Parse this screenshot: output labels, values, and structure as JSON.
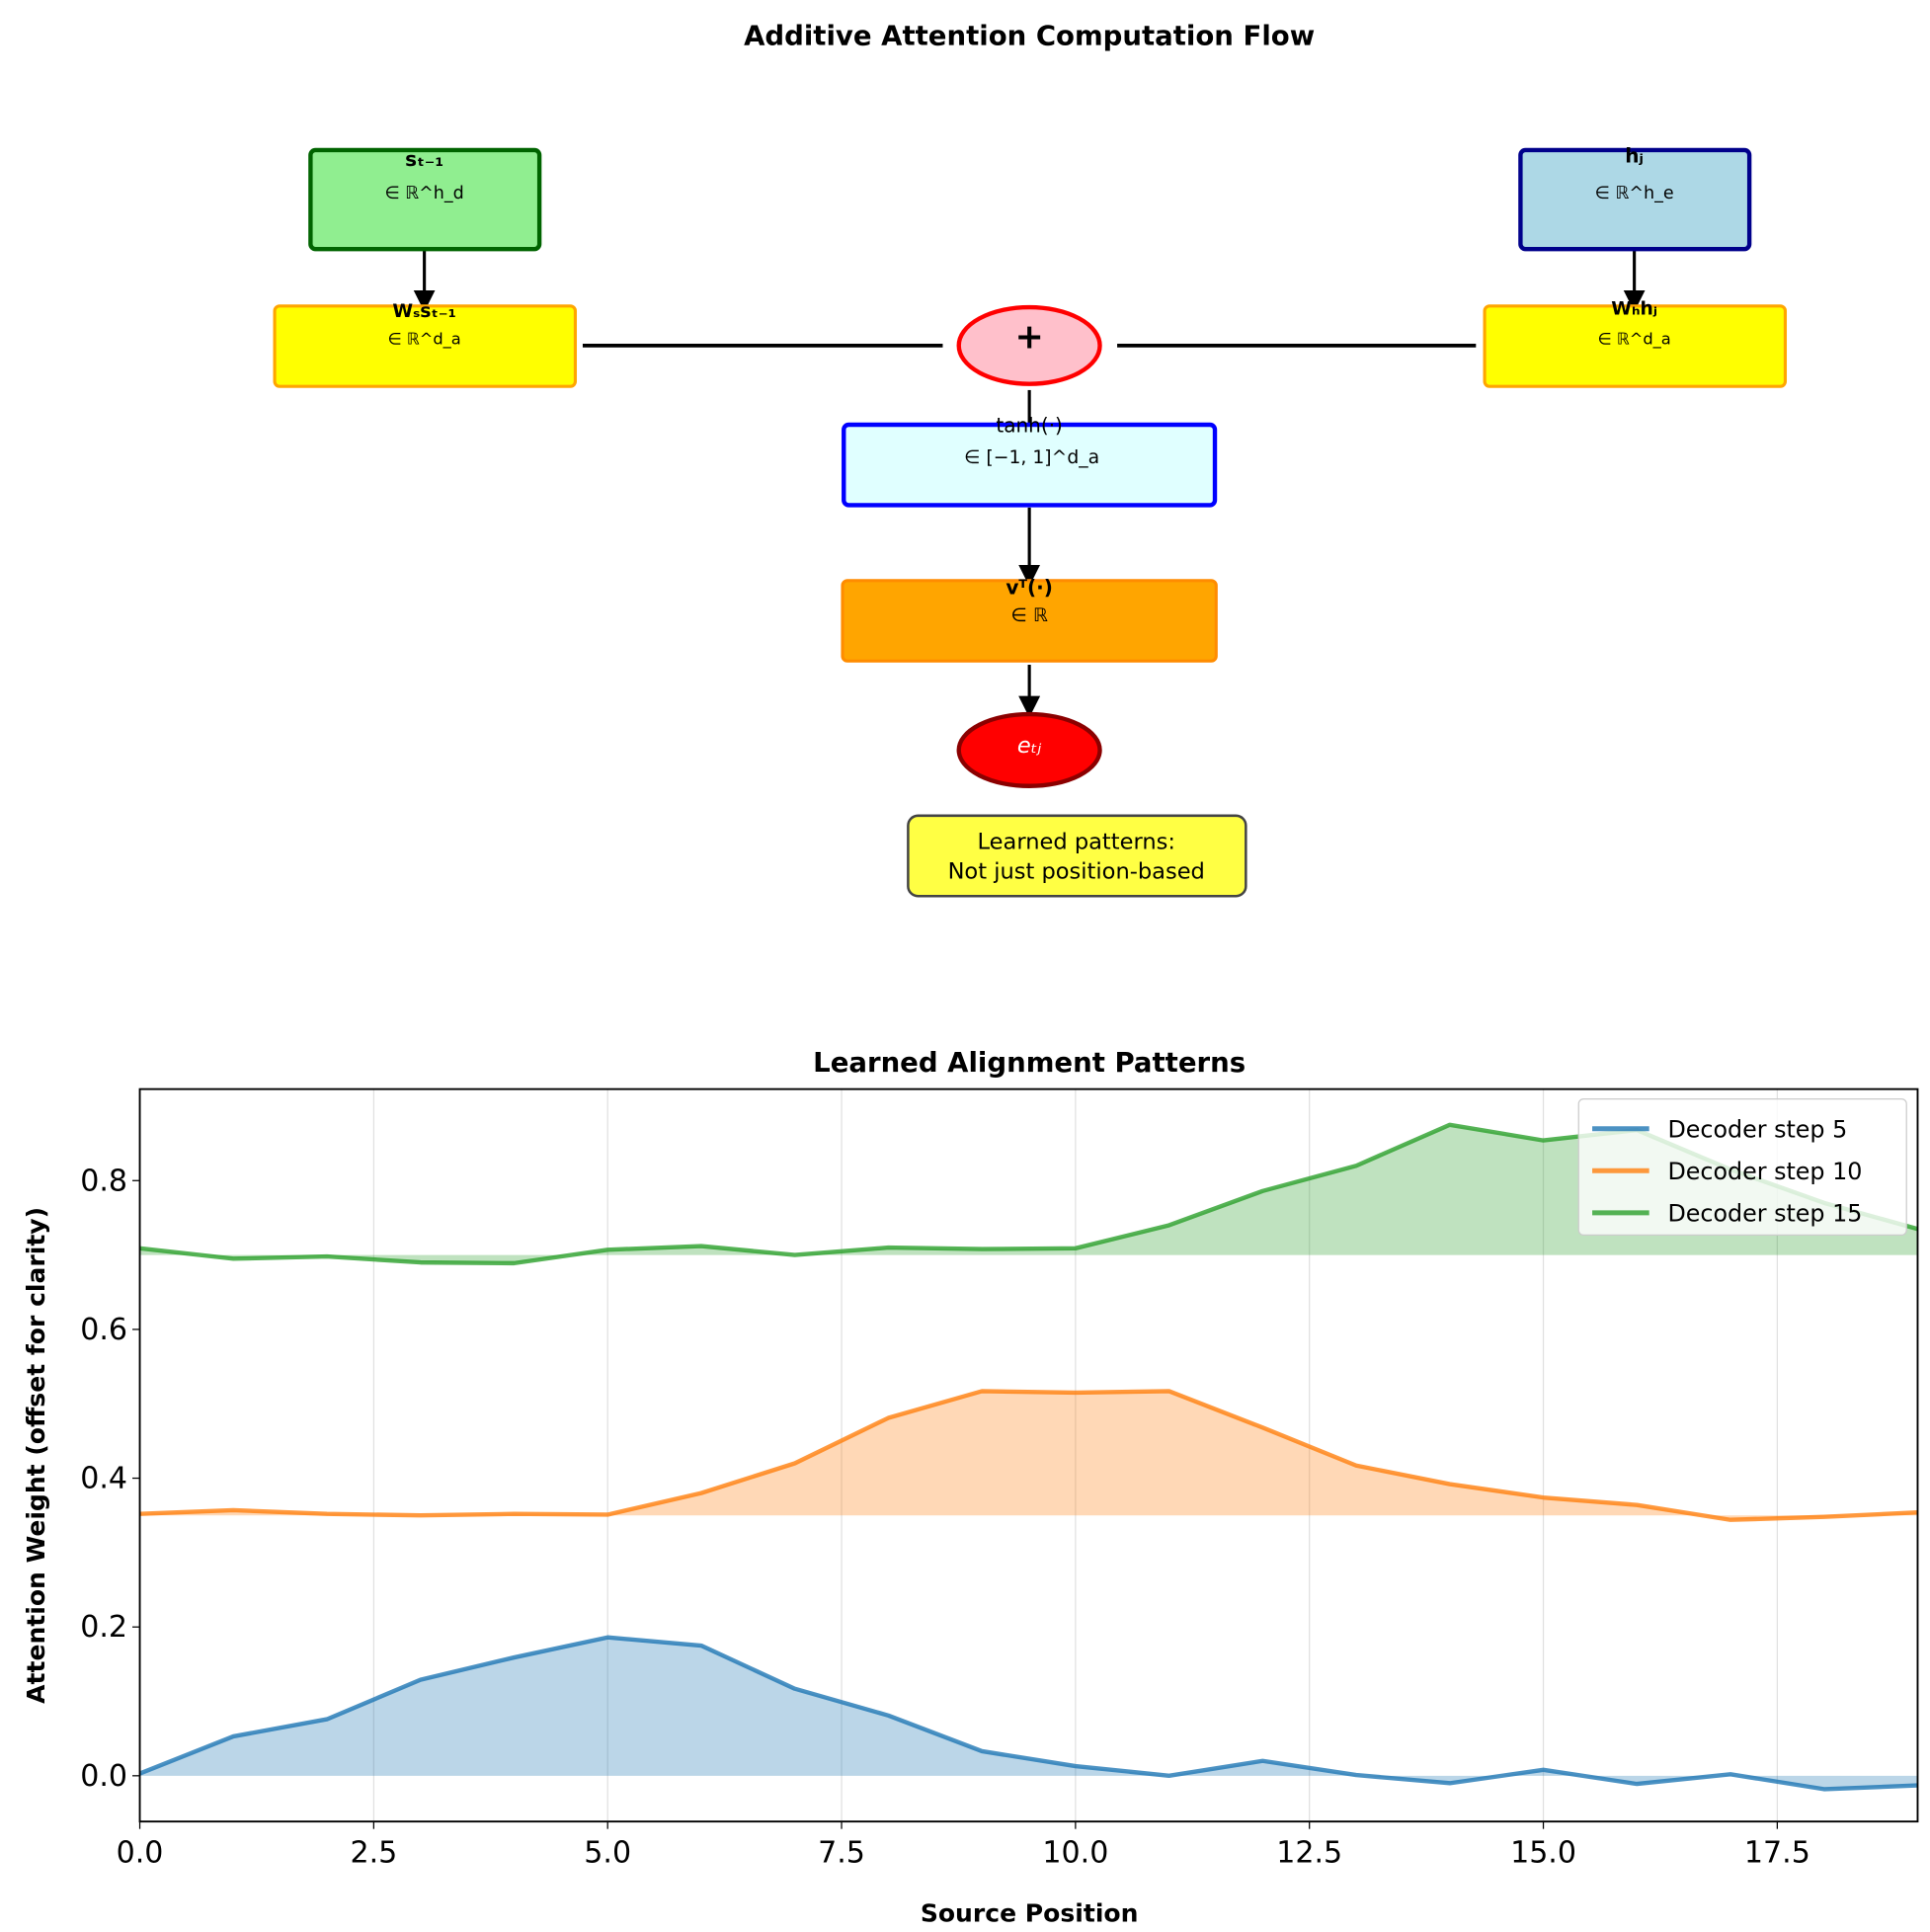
{
  "diagram": {
    "title": "Additive Attention Computation Flow",
    "nodes": {
      "s_prev": {
        "label": "sₜ₋₁",
        "dim": "∈ ℝ^h_d",
        "fill": "#90EE90",
        "stroke": "#006400"
      },
      "h_j": {
        "label": "hⱼ",
        "dim": "∈ ℝ^h_e",
        "fill": "#ADD8E6",
        "stroke": "#00008B"
      },
      "ws": {
        "label": "Wₛsₜ₋₁",
        "dim": "∈ ℝ^d_a",
        "fill": "#FFFF00",
        "stroke": "#FFA500"
      },
      "wh": {
        "label": "Wₕhⱼ",
        "dim": "∈ ℝ^d_a",
        "fill": "#FFFF00",
        "stroke": "#FFA500"
      },
      "plus": {
        "label": "+",
        "fill": "#FFC0CB",
        "stroke": "#FF0000"
      },
      "tanh": {
        "label": "tanh(·)",
        "dim": "∈ [−1, 1]^d_a",
        "fill": "#E0FFFF",
        "stroke": "#0000FF"
      },
      "v": {
        "label": "vᵀ(·)",
        "dim": "∈ ℝ",
        "fill": "#FFA500",
        "stroke": "#FF8C00"
      },
      "e": {
        "label": "eₜⱼ",
        "fill": "#FF0000",
        "stroke": "#8B0000"
      }
    },
    "note": {
      "line1": "Learned patterns:",
      "line2": "Not just position-based"
    }
  },
  "chart_data": {
    "type": "area",
    "title": "Learned Alignment Patterns",
    "xlabel": "Source Position",
    "ylabel": "Attention Weight (offset for clarity)",
    "xlim": [
      0,
      19
    ],
    "ylim": [
      -0.0615,
      0.923
    ],
    "xticks": [
      "0.0",
      "2.5",
      "5.0",
      "7.5",
      "10.0",
      "12.5",
      "15.0",
      "17.5"
    ],
    "yticks": [
      "0.0",
      "0.2",
      "0.4",
      "0.6",
      "0.8"
    ],
    "grid": "x-only",
    "legend_position": "top-right",
    "x": [
      0,
      1,
      2,
      3,
      4,
      5,
      6,
      7,
      8,
      9,
      10,
      11,
      12,
      13,
      14,
      15,
      16,
      17,
      18,
      19
    ],
    "series": [
      {
        "name": "Decoder step 5",
        "color": "#1f77b4",
        "baseline": 0.0,
        "values": [
          0.003,
          0.053,
          0.076,
          0.129,
          0.159,
          0.186,
          0.175,
          0.117,
          0.081,
          0.033,
          0.013,
          0.0,
          0.02,
          0.001,
          -0.01,
          0.008,
          -0.011,
          0.002,
          -0.018,
          -0.013
        ]
      },
      {
        "name": "Decoder step 10",
        "color": "#ff7f0e",
        "baseline": 0.35,
        "values": [
          0.352,
          0.357,
          0.352,
          0.35,
          0.352,
          0.351,
          0.38,
          0.42,
          0.481,
          0.517,
          0.515,
          0.517,
          0.468,
          0.417,
          0.392,
          0.374,
          0.364,
          0.344,
          0.348,
          0.354
        ]
      },
      {
        "name": "Decoder step 15",
        "color": "#2ca02c",
        "baseline": 0.7,
        "values": [
          0.709,
          0.695,
          0.698,
          0.69,
          0.689,
          0.707,
          0.712,
          0.7,
          0.71,
          0.708,
          0.709,
          0.74,
          0.786,
          0.82,
          0.875,
          0.854,
          0.868,
          0.815,
          0.77,
          0.735
        ]
      }
    ]
  }
}
